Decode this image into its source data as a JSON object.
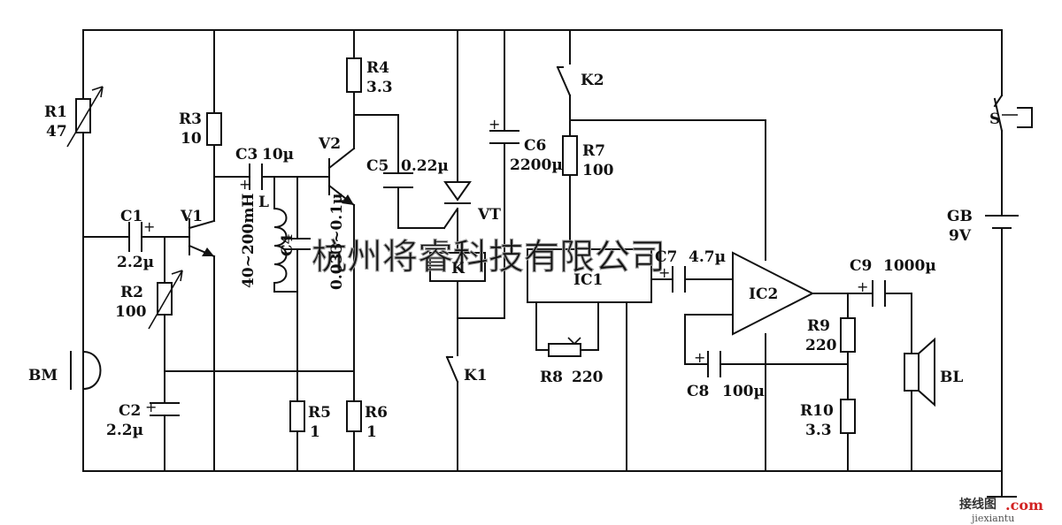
{
  "components": {
    "R1": {
      "name": "R1",
      "value": "47"
    },
    "R2": {
      "name": "R2",
      "value": "100"
    },
    "R3": {
      "name": "R3",
      "value": "10"
    },
    "R4": {
      "name": "R4",
      "value": "3.3"
    },
    "R5": {
      "name": "R5",
      "value": "1"
    },
    "R6": {
      "name": "R6",
      "value": "1"
    },
    "R7": {
      "name": "R7",
      "value": "100"
    },
    "R8": {
      "name": "R8",
      "value": "220"
    },
    "R9": {
      "name": "R9",
      "value": "220"
    },
    "R10": {
      "name": "R10",
      "value": "3.3"
    },
    "C1": {
      "name": "C1",
      "value": "2.2µ"
    },
    "C2": {
      "name": "C2",
      "value": "2.2µ"
    },
    "C3": {
      "name": "C3",
      "value": "10µ"
    },
    "C4": {
      "name": "C4",
      "value": "0.033~0.1µ"
    },
    "C5": {
      "name": "C5",
      "value": "0.22µ"
    },
    "C6": {
      "name": "C6",
      "value": "2200µ"
    },
    "C7": {
      "name": "C7",
      "value": "4.7µ"
    },
    "C8": {
      "name": "C8",
      "value": "100µ"
    },
    "C9": {
      "name": "C9",
      "value": "1000µ"
    },
    "L": {
      "name": "L",
      "value": "40~200mH"
    },
    "V1": {
      "name": "V1"
    },
    "V2": {
      "name": "V2"
    },
    "VT": {
      "name": "VT"
    },
    "K": {
      "name": "K"
    },
    "K1": {
      "name": "K1"
    },
    "K2": {
      "name": "K2"
    },
    "IC1": {
      "name": "IC1"
    },
    "IC2": {
      "name": "IC2"
    },
    "BM": {
      "name": "BM"
    },
    "BL": {
      "name": "BL"
    },
    "S": {
      "name": "S"
    },
    "GB": {
      "name": "GB",
      "value": "9V"
    }
  },
  "polarity_mark": "+",
  "watermark": {
    "main": "杭州将睿科技有限公司",
    "logo_text": "接线图",
    "logo_domain": ".com",
    "logo_site": "jiexiantu"
  },
  "colors": {
    "line": "#111111",
    "watermark": "#9a9a9a",
    "logo_red": "#d22222"
  }
}
